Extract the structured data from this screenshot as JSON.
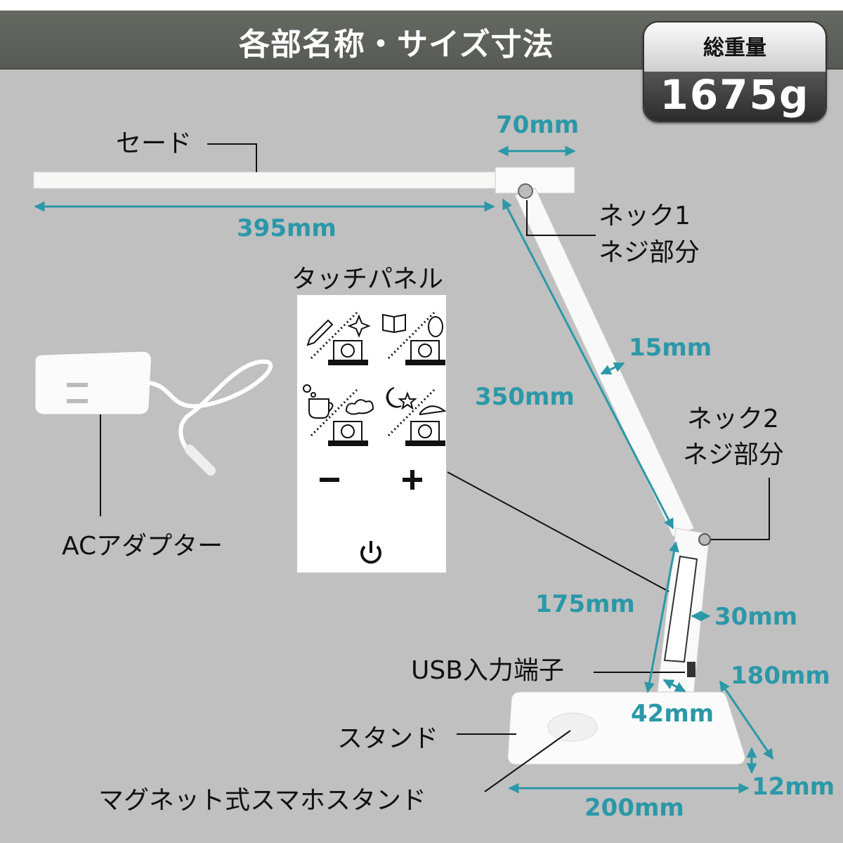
{
  "header": {
    "title": "各部名称・サイズ寸法"
  },
  "weight": {
    "label": "総重量",
    "value": "1675g"
  },
  "parts": {
    "shade": "セード",
    "neck1_a": "ネック1",
    "neck1_b": "ネジ部分",
    "touch_panel": "タッチパネル",
    "neck2_a": "ネック2",
    "neck2_b": "ネジ部分",
    "ac_adapter": "ACアダプター",
    "usb": "USB入力端子",
    "stand": "スタンド",
    "magnet_stand": "マグネット式スマホスタンド"
  },
  "dimensions": {
    "head_width": "70mm",
    "shade_length": "395mm",
    "arm_thickness": "15mm",
    "upper_arm": "350mm",
    "lower_arm": "175mm",
    "lower_arm_width": "30mm",
    "base_depth": "180mm",
    "neck_base": "42mm",
    "base_height": "12mm",
    "base_width": "200mm"
  },
  "touch_panel_icons": [
    "pencil-icon",
    "book-icon",
    "cup-icon",
    "moon-star-icon",
    "minus-icon",
    "plus-icon",
    "power-icon"
  ],
  "colors": {
    "accent": "#2b98a8",
    "header": "#5e605b",
    "background": "#c0c0c0"
  }
}
